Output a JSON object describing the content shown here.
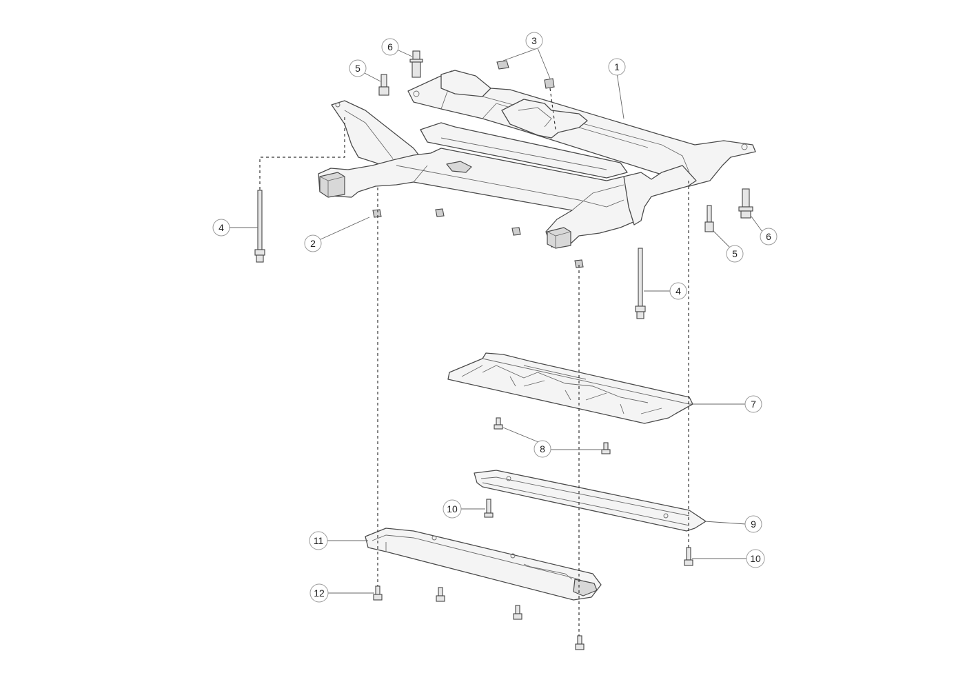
{
  "callouts": [
    {
      "id": "c1",
      "label": "1"
    },
    {
      "id": "c2",
      "label": "2"
    },
    {
      "id": "c3",
      "label": "3"
    },
    {
      "id": "c4a",
      "label": "4"
    },
    {
      "id": "c4b",
      "label": "4"
    },
    {
      "id": "c5a",
      "label": "5"
    },
    {
      "id": "c5b",
      "label": "5"
    },
    {
      "id": "c6a",
      "label": "6"
    },
    {
      "id": "c6b",
      "label": "6"
    },
    {
      "id": "c7",
      "label": "7"
    },
    {
      "id": "c8",
      "label": "8"
    },
    {
      "id": "c9",
      "label": "9"
    },
    {
      "id": "c10a",
      "label": "10"
    },
    {
      "id": "c10b",
      "label": "10"
    },
    {
      "id": "c11",
      "label": "11"
    },
    {
      "id": "c12",
      "label": "12"
    }
  ]
}
